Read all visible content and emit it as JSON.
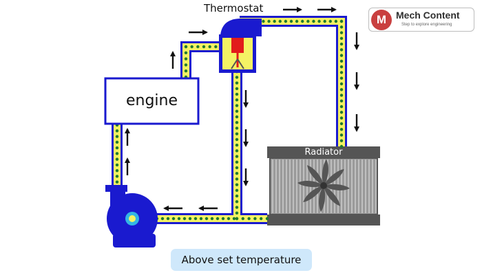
{
  "components": {
    "engine": "engine",
    "thermostat": "Thermostat",
    "radiator": "Radiator"
  },
  "caption": "Above set temperature",
  "logo": {
    "mark": "M",
    "name": "Mech Content",
    "tagline": "Step to explore engineering"
  },
  "colors": {
    "pipe_outer": "#1a1acf",
    "coolant": "#f4f264",
    "coolant_dots": "#1f7a2e",
    "thermostat_valve": "#e21b1b",
    "radiator_body": "#7a7a7a",
    "caption_bg": "#cfe8fb",
    "logo_accent": "#c94040"
  }
}
